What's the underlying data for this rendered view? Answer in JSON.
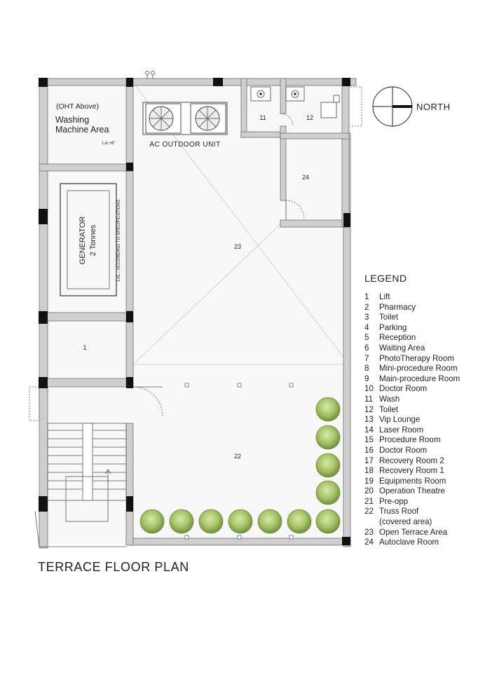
{
  "title": "TERRACE FLOOR PLAN",
  "north_label": "NORTH",
  "legend": {
    "title": "LEGEND",
    "items": [
      {
        "num": "1",
        "label": "Lift"
      },
      {
        "num": "2",
        "label": "Pharmacy"
      },
      {
        "num": "3",
        "label": "Toilet"
      },
      {
        "num": "4",
        "label": "Parking"
      },
      {
        "num": "5",
        "label": "Reception"
      },
      {
        "num": "6",
        "label": "Waiting Area"
      },
      {
        "num": "7",
        "label": "PhotoTherapy Room"
      },
      {
        "num": "8",
        "label": "Mini-procedure Room"
      },
      {
        "num": "9",
        "label": "Main-procedure Room"
      },
      {
        "num": "10",
        "label": "Doctor Room"
      },
      {
        "num": "11",
        "label": "Wash"
      },
      {
        "num": "12",
        "label": "Toilet"
      },
      {
        "num": "13",
        "label": "Vip Lounge"
      },
      {
        "num": "14",
        "label": "Laser Room"
      },
      {
        "num": "15",
        "label": "Procedure Room"
      },
      {
        "num": "16",
        "label": "Doctor Room"
      },
      {
        "num": "17",
        "label": "Recovery Room 2"
      },
      {
        "num": "18",
        "label": "Recovery Room 1"
      },
      {
        "num": "19",
        "label": "Equipments Room"
      },
      {
        "num": "20",
        "label": "Operation Theatre"
      },
      {
        "num": "21",
        "label": "Pre-opp"
      },
      {
        "num": "22",
        "label": "Truss Roof"
      },
      {
        "num": "",
        "label": "(covered area)"
      },
      {
        "num": "23",
        "label": "Open Terrace Area"
      },
      {
        "num": "24",
        "label": "Autoclave Room"
      }
    ]
  },
  "plan": {
    "oht_note": "(OHT Above)",
    "washing_line1": "Washing",
    "washing_line2": "Machine Area",
    "level_tag": "Lvl.+6\"",
    "generator_line1": "GENERATOR",
    "generator_line2": "2 Tonnes",
    "generator_note": "LVL.- ACCORDING TO SPECIFICATIONS",
    "ac_label": "AC OUTDOOR UNIT",
    "room_1": "1",
    "room_11": "11",
    "room_12": "12",
    "room_22": "22",
    "room_23": "23",
    "room_24": "24"
  },
  "colors": {
    "wall": "#cfcfcf",
    "wall_edge": "#6f6f6f",
    "column": "#111111",
    "floor": "#f8f8f8",
    "tree": "#9cbd5c",
    "tree_dark": "#6f8f3a"
  }
}
